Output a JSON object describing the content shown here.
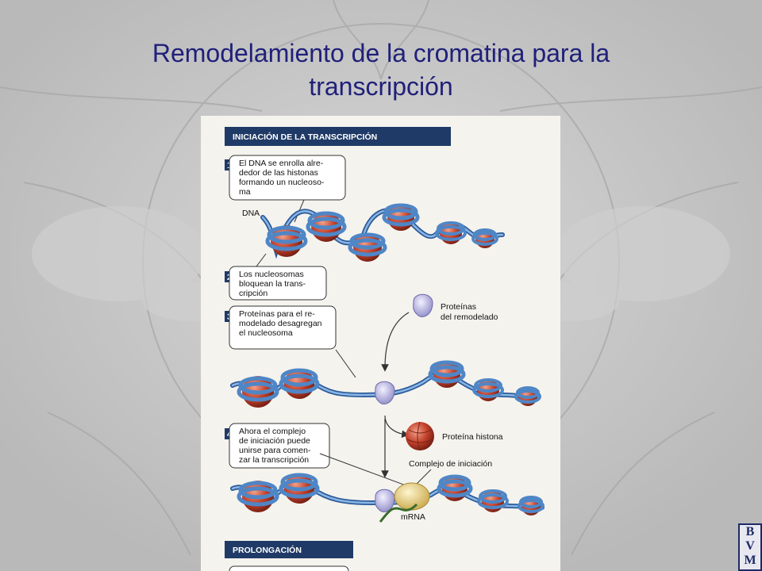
{
  "slide": {
    "title_line1": "Remodelamiento de la cromatina para la",
    "title_line2": "transcripción"
  },
  "figure": {
    "header_initiation": "INICIACIÓN DE LA TRANSCRIPCIÓN",
    "header_elongation": "PROLONGACIÓN",
    "steps": [
      {
        "number": "1",
        "lines": [
          "El DNA se enrolla alre-",
          "dedor de las histonas",
          "formando un nucleoso-",
          "ma"
        ]
      },
      {
        "number": "2",
        "lines": [
          "Los nucleosomas",
          "bloquean la trans-",
          "cripción"
        ]
      },
      {
        "number": "3",
        "lines": [
          "Proteínas para el re-",
          "modelado desagregan",
          "el nucleosoma"
        ]
      },
      {
        "number": "4",
        "lines": [
          "Ahora el complejo",
          "de iniciación puede",
          "unirse para comen-",
          "zar la transcripción"
        ]
      }
    ],
    "labels": {
      "dna": "DNA",
      "remodel_line1": "Proteínas",
      "remodel_line2": "del remodelado",
      "histone": "Proteína histona",
      "complex": "Complejo de iniciación",
      "mrna": "mRNA"
    }
  },
  "logo": {
    "letters": [
      "B",
      "V",
      "M"
    ]
  },
  "colors": {
    "title": "#20207a",
    "header_bar": "#1f3a66",
    "dna": "#5b8fcc",
    "histone": "#c2402a",
    "remodel_protein": "#b7b5df",
    "initiation_complex": "#e8cf78",
    "mrna": "#3a6b2a"
  }
}
